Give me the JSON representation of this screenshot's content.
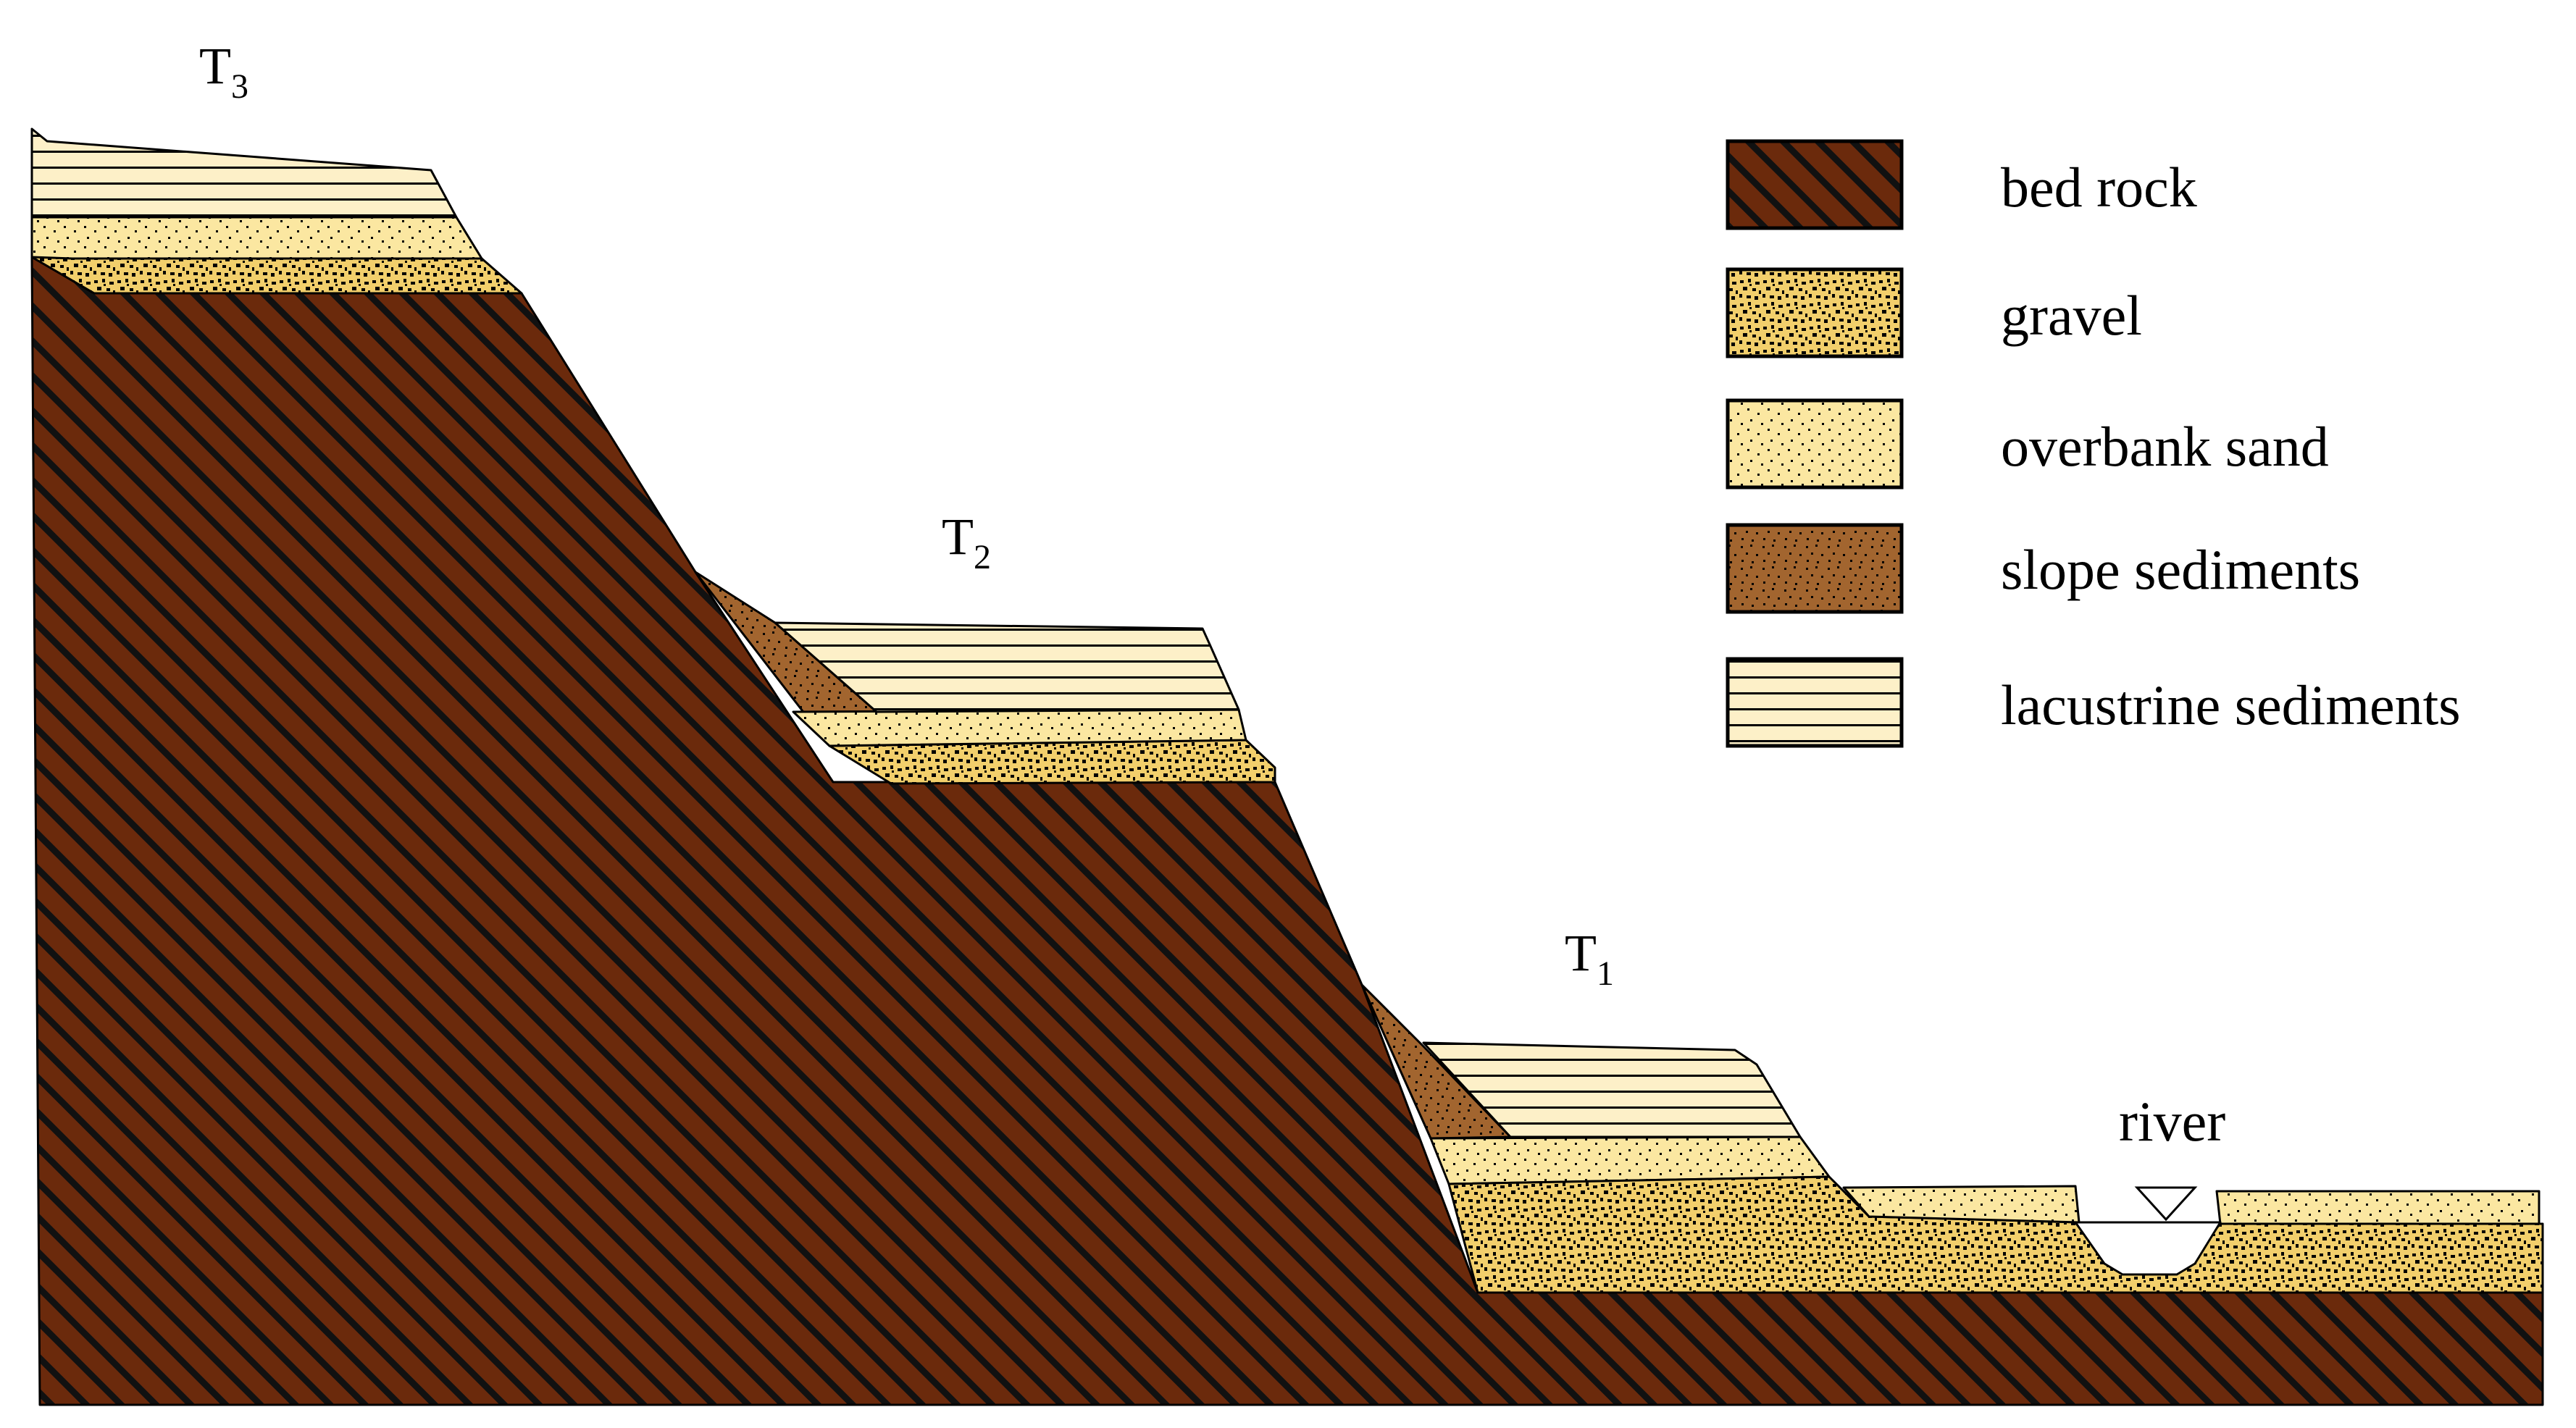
{
  "terraces": [
    {
      "id": "t3",
      "letter": "T",
      "sub": "3"
    },
    {
      "id": "t2",
      "letter": "T",
      "sub": "2"
    },
    {
      "id": "t1",
      "letter": "T",
      "sub": "1"
    }
  ],
  "river_label": "river",
  "legend": [
    {
      "key": "bedrock",
      "label": "bed rock"
    },
    {
      "key": "gravel",
      "label": "gravel"
    },
    {
      "key": "sand",
      "label": "overbank sand"
    },
    {
      "key": "slope",
      "label": "slope sediments"
    },
    {
      "key": "lacustrine",
      "label": "lacustrine sediments"
    }
  ],
  "colors": {
    "bedrock": "#6b2a0c",
    "bedrock_hatch": "#111111",
    "gravel": "#f2cf6c",
    "sand": "#fbe7a1",
    "slope": "#a2652f",
    "lacustrine": "#fdf0c8",
    "outline": "#000000"
  }
}
